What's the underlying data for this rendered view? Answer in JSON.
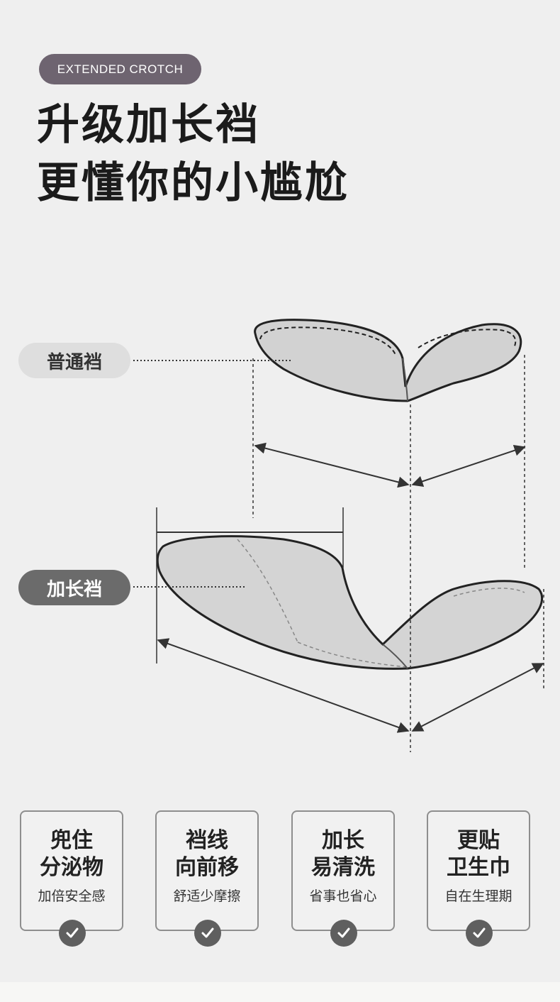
{
  "header": {
    "badge": "EXTENDED CROTCH",
    "title_line1": "升级加长裆",
    "title_line2": "更懂你的小尴尬"
  },
  "diagram": {
    "label_normal": "普通裆",
    "label_long": "加长裆"
  },
  "features": [
    {
      "line1": "兜住",
      "line2": "分泌物",
      "sub": "加倍安全感",
      "icon": "check-icon"
    },
    {
      "line1": "裆线",
      "line2": "向前移",
      "sub": "舒适少摩擦",
      "icon": "check-icon"
    },
    {
      "line1": "加长",
      "line2": "易清洗",
      "sub": "省事也省心",
      "icon": "check-icon"
    },
    {
      "line1": "更贴",
      "line2": "卫生巾",
      "sub": "自在生理期",
      "icon": "check-icon"
    }
  ],
  "colors": {
    "badge_bg": "#6e6470",
    "tag_dark": "#6b6b6b",
    "tag_light": "#dedede",
    "background": "#efefef"
  }
}
